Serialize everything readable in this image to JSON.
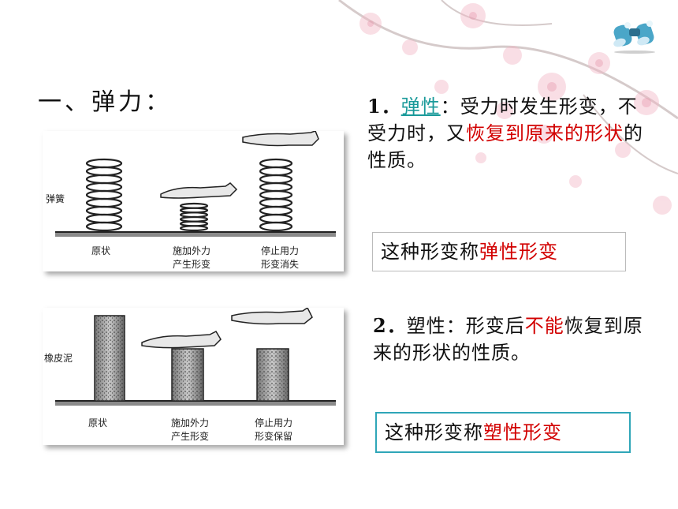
{
  "heading": "一、弹力：",
  "figure1": {
    "side_label": "弹簧",
    "captions": [
      {
        "line1": "原状",
        "line2": ""
      },
      {
        "line1": "施加外力",
        "line2": "产生形变"
      },
      {
        "line1": "停止用力",
        "line2": "形变消失"
      }
    ]
  },
  "figure2": {
    "side_label": "橡皮泥",
    "captions": [
      {
        "line1": "原状",
        "line2": ""
      },
      {
        "line1": "施加外力",
        "line2": "产生形变"
      },
      {
        "line1": "停止用力",
        "line2": "形变保留"
      }
    ]
  },
  "point1": {
    "number": "1．",
    "term": "弹性",
    "colon": "：",
    "text_a": "受力时发生形变，不受力时，又",
    "text_red": "恢复到原来的形状",
    "text_b": "的性质。"
  },
  "box1": {
    "prefix": "这种形变称",
    "emphasis": "弹性形变"
  },
  "point2": {
    "number": "2．",
    "term": "塑性",
    "text_a": "：形变后",
    "text_red": "不能",
    "text_b": "恢复到原来的形状的性质。"
  },
  "box2": {
    "prefix": "这种形变称",
    "emphasis": "塑性形变"
  },
  "colors": {
    "accent_red": "#d20000",
    "term_teal": "#1a9a9a",
    "box_border": "#2fa6b8"
  },
  "icons": [
    "binoculars-icon"
  ]
}
